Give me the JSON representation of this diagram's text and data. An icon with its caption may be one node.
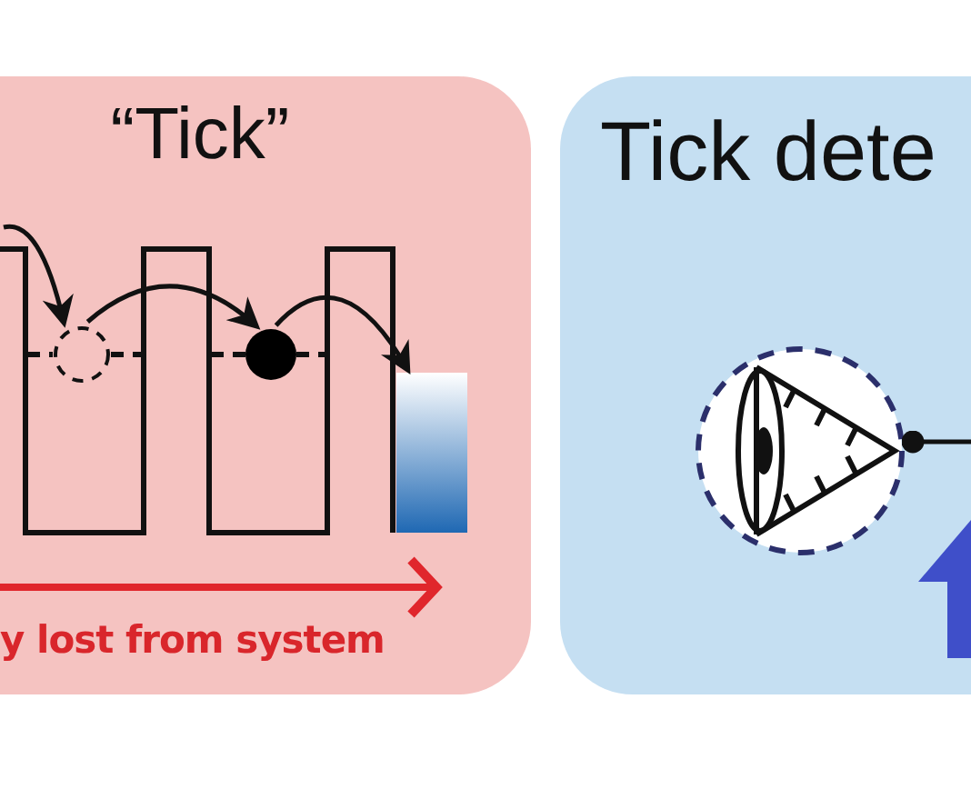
{
  "diagram": {
    "nodes": [
      {
        "text": [
          "“Tick”"
        ]
      },
      {
        "text": [],
        "shape": "circle",
        "in": 0
      },
      {
        "text": [],
        "shape": "circle",
        "in": 0
      },
      {
        "text": [],
        "shape": "bar",
        "in": 0
      },
      {
        "text": [
          "Tick dete"
        ]
      },
      {
        "text": [],
        "shape": "picture",
        "in": 4
      }
    ],
    "edges": [
      {
        "from": null,
        "to": 1,
        "arrow": "to"
      },
      {
        "from": 1,
        "to": 2,
        "arrow": "to"
      },
      {
        "from": 2,
        "to": 3,
        "arrow": "to"
      },
      {
        "from": 5,
        "to": null,
        "arrow": "other"
      }
    ],
    "labels": [
      "y lost from system"
    ]
  }
}
